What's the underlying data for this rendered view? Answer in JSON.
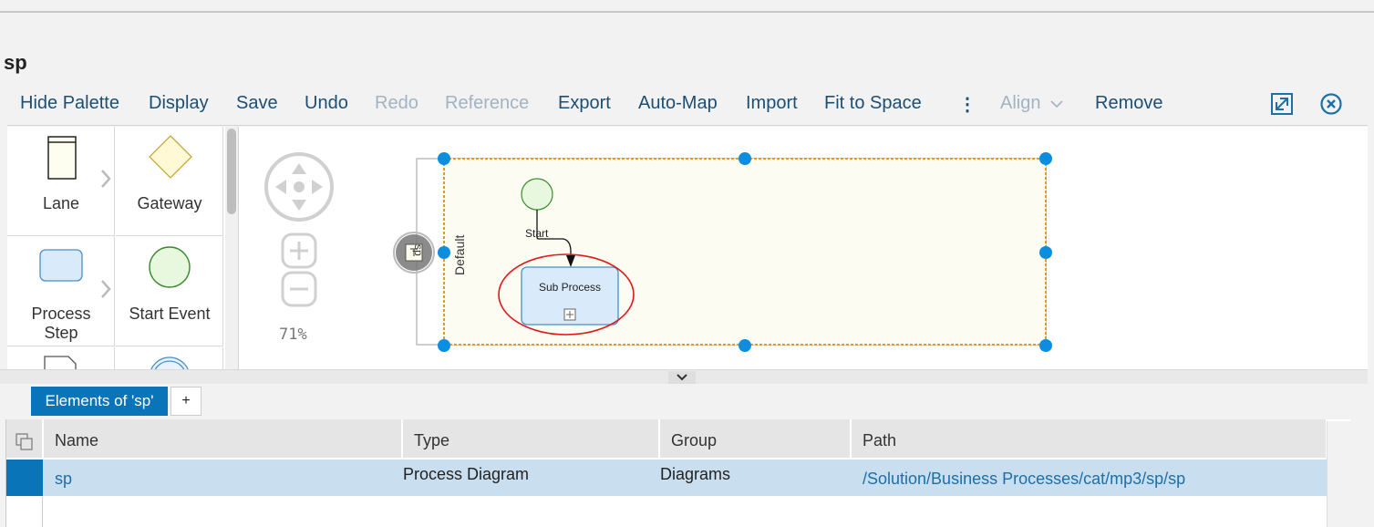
{
  "page": {
    "title": "sp"
  },
  "toolbar": {
    "hide_palette": "Hide Palette",
    "display": "Display",
    "save": "Save",
    "undo": "Undo",
    "redo": "Redo",
    "reference": "Reference",
    "export": "Export",
    "auto_map": "Auto-Map",
    "import": "Import",
    "fit_to_space": "Fit to Space",
    "more": "⋮",
    "align": "Align",
    "remove": "Remove"
  },
  "palette": {
    "items": [
      {
        "label": "Lane",
        "icon": "lane-icon"
      },
      {
        "label": "Gateway",
        "icon": "gateway-icon"
      },
      {
        "label": "Process Step",
        "label_line1": "Process",
        "label_line2": "Step",
        "icon": "process-step-icon"
      },
      {
        "label": "Start Event",
        "icon": "start-event-icon"
      }
    ]
  },
  "canvas": {
    "zoom": "71%",
    "pool_label": "sp",
    "lane_label": "Default",
    "start_label": "Start",
    "subprocess_label": "Sub Process"
  },
  "bottom": {
    "tab_label": "Elements of 'sp'",
    "add_tab": "+",
    "columns": [
      "Name",
      "Type",
      "Group",
      "Path"
    ],
    "rows": [
      {
        "name": "sp",
        "type": "Process Diagram",
        "group": "Diagrams",
        "path": "/Solution/Business Processes/cat/mp3/sp/sp"
      }
    ]
  },
  "colors": {
    "accent": "#0a74b8",
    "toolbar_text": "#1d4e74",
    "selection_handle": "#0b8de0",
    "highlight_ellipse": "#e01919",
    "lane_fill": "#fcfcf3",
    "selected_row": "#c9dff0"
  }
}
